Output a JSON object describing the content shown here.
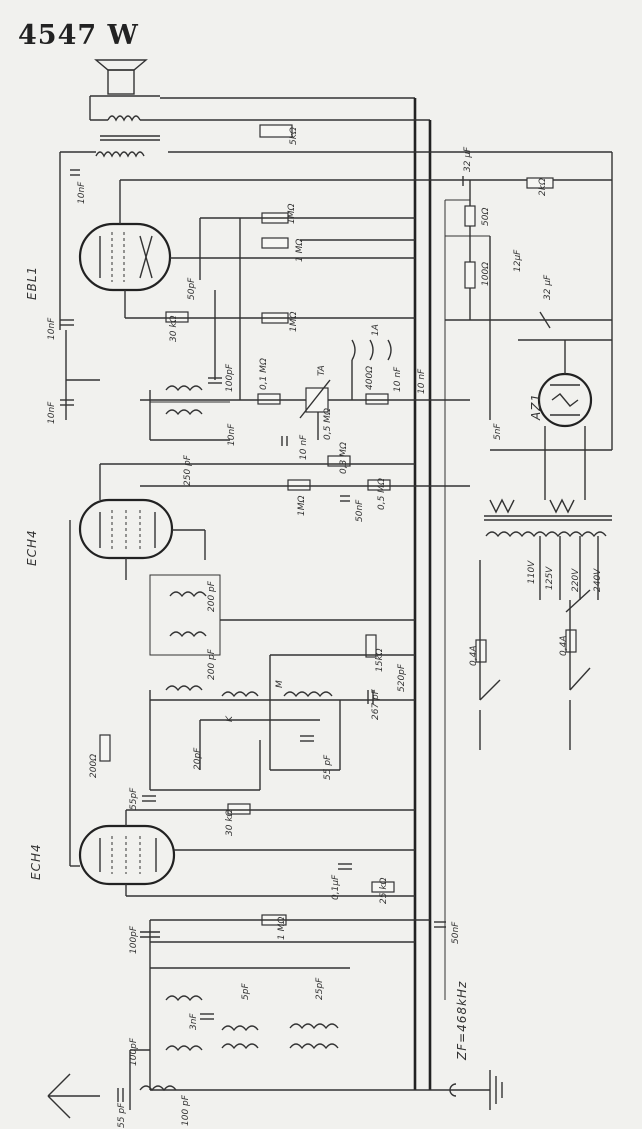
{
  "model": "4547 W",
  "tubes": [
    "EBL1",
    "ECH4",
    "ECH4",
    "AZ1"
  ],
  "if_frequency": "ZF=468kHz",
  "resistors": [
    "5kΩ",
    "2kΩ",
    "1MΩ",
    "1 MΩ",
    "1MΩ",
    "50Ω",
    "100Ω",
    "30 kΩ",
    "0,1 MΩ",
    "400Ω",
    "0,5 MΩ",
    "0,3 MΩ",
    "1MΩ",
    "0,5 MΩ",
    "15kΩ",
    "200Ω",
    "30 kΩ",
    "25 kΩ",
    "1 MΩ"
  ],
  "capacitors": [
    "32 µF",
    "12µF",
    "32 µF",
    "10nF",
    "10nF",
    "10nF",
    "50pF",
    "100pF",
    "10nF",
    "250 pF",
    "10 nF",
    "10 nF",
    "10 nF",
    "50nF",
    "5nF",
    "200 pF",
    "200 pF",
    "520pF",
    "267 pF",
    "55 pF",
    "20pF",
    "55pF",
    "0,1µF",
    "50nF",
    "100pF",
    "5pF",
    "25pF",
    "3nF",
    "100pF",
    "55 pF",
    "100 pF"
  ],
  "mains_taps": [
    "110V",
    "125V",
    "220V",
    "240V"
  ],
  "fuses": [
    "0,4A",
    "0,4A"
  ],
  "switch_marks": [
    "TA",
    "1A",
    "K",
    "M"
  ]
}
